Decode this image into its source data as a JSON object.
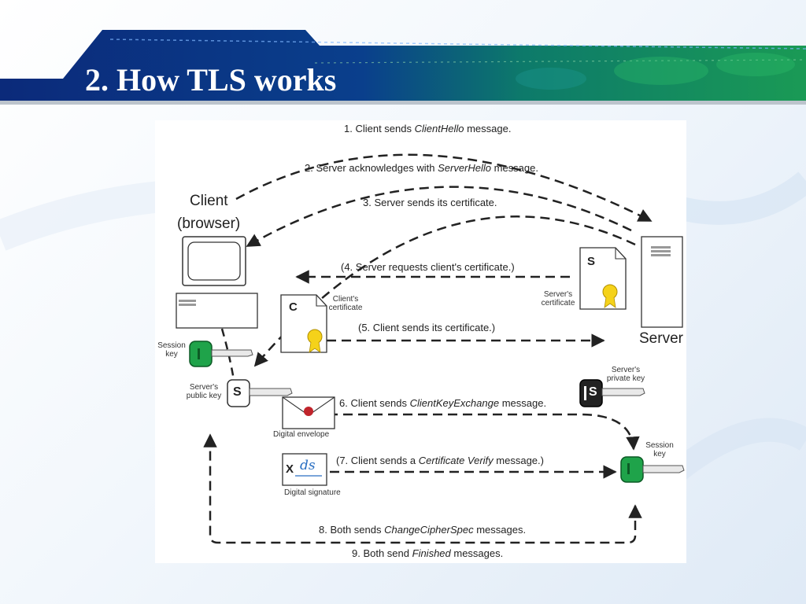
{
  "slide": {
    "title": "2. How TLS works"
  },
  "diagram": {
    "client_label_line1": "Client",
    "client_label_line2": "(browser)",
    "server_label": "Server",
    "steps": {
      "s1_pre": "1. Client sends ",
      "s1_em": "ClientHello",
      "s1_post": " message.",
      "s2_pre": "2. Server acknowledges with ",
      "s2_em": "ServerHello",
      "s2_post": " message.",
      "s3": "3. Server sends its certificate.",
      "s4": "(4. Server requests client's certificate.)",
      "s5": "(5. Client sends its certificate.)",
      "s6_pre": "6. Client sends ",
      "s6_em": "ClientKeyExchange",
      "s6_post": " message.",
      "s7_pre": "(7. Client sends a ",
      "s7_em": "Certificate Verify",
      "s7_post": " message.)",
      "s8_pre": "8. Both sends ",
      "s8_em": "ChangeCipherSpec",
      "s8_post": " messages.",
      "s9_pre": "9. Both send ",
      "s9_em": "Finished",
      "s9_post": " messages."
    },
    "labels": {
      "session_key_client_1": "Session",
      "session_key_client_2": "key",
      "server_public_key_1": "Server's",
      "server_public_key_2": "public key",
      "client_certificate_1": "Client's",
      "client_certificate_2": "certificate",
      "server_certificate_1": "Server's",
      "server_certificate_2": "certificate",
      "server_private_key_1": "Server's",
      "server_private_key_2": "private key",
      "session_key_server_1": "Session",
      "session_key_server_2": "key",
      "digital_envelope": "Digital envelope",
      "digital_signature": "Digital signature",
      "client_cert_letter": "C",
      "server_cert_letter": "S",
      "public_key_letter": "S",
      "private_key_letter": "S",
      "signature_x": "X",
      "signature_text": "ds"
    }
  }
}
